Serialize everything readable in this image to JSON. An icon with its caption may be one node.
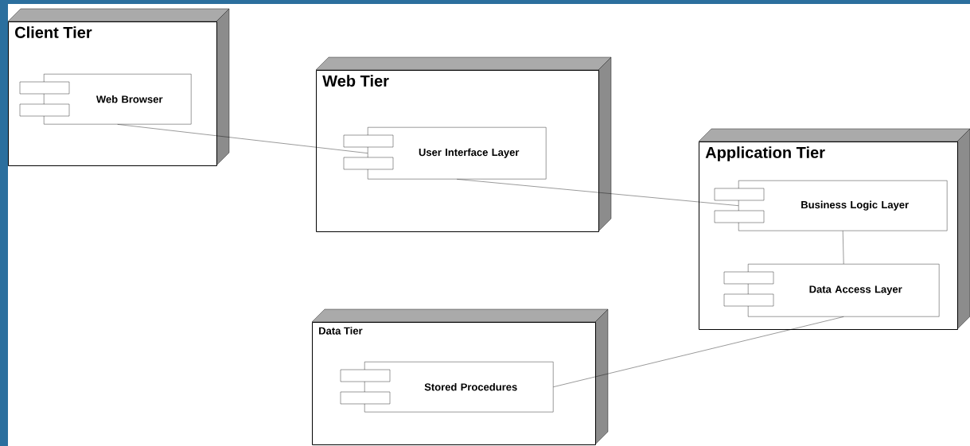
{
  "diagram": {
    "nodes": [
      {
        "text": [
          "Client Tier"
        ]
      },
      {
        "text": [
          "Web Browser"
        ],
        "in": 0
      },
      {
        "text": [
          "Web Tier"
        ]
      },
      {
        "text": [
          "User Interface Layer"
        ],
        "in": 2
      },
      {
        "text": [
          "Application Tier"
        ]
      },
      {
        "text": [
          "Business Logic Layer"
        ],
        "in": 4
      },
      {
        "text": [
          "Data Access Layer"
        ],
        "in": 4
      },
      {
        "text": [
          "Data Tier"
        ]
      },
      {
        "text": [
          "Stored Procedures"
        ],
        "in": 7
      }
    ],
    "edges": [
      {
        "from": 1,
        "to": 3,
        "arrow": "none"
      },
      {
        "from": 3,
        "to": 5,
        "arrow": "none"
      },
      {
        "from": 5,
        "to": 6,
        "arrow": "none"
      },
      {
        "from": 6,
        "to": 8,
        "arrow": "none"
      }
    ]
  }
}
